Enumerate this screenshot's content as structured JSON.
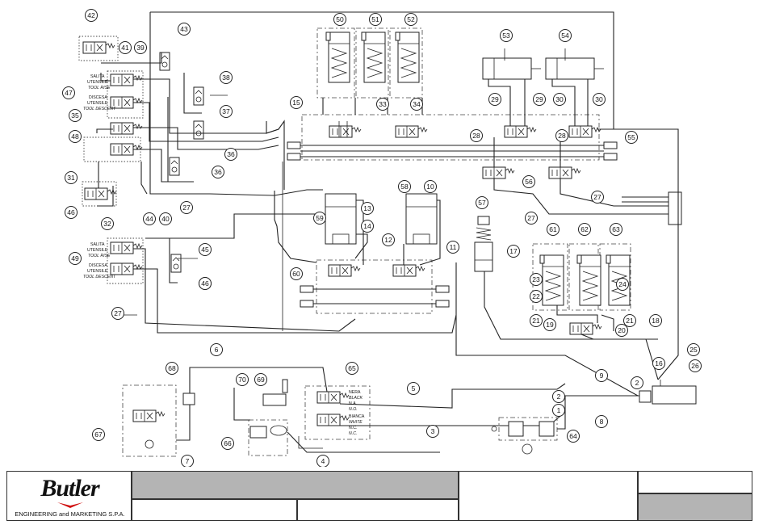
{
  "diagram": {
    "callouts": [
      "1",
      "2",
      "3",
      "4",
      "5",
      "6",
      "7",
      "8",
      "9",
      "10",
      "11",
      "12",
      "13",
      "14",
      "15",
      "16",
      "17",
      "18",
      "19",
      "20",
      "21",
      "22",
      "23",
      "24",
      "25",
      "26",
      "27",
      "28",
      "29",
      "30",
      "31",
      "32",
      "33",
      "34",
      "35",
      "36",
      "37",
      "38",
      "39",
      "40",
      "41",
      "42",
      "43",
      "44",
      "45",
      "46",
      "47",
      "48",
      "49",
      "50",
      "51",
      "52",
      "53",
      "54",
      "55",
      "56",
      "57",
      "58",
      "59",
      "60",
      "61",
      "62",
      "63",
      "64",
      "65",
      "66",
      "67",
      "68",
      "69",
      "70"
    ],
    "labels": {
      "salita_it": "SALITA",
      "utensile": "UTENSILE",
      "tool_rise": "TOOL RISE",
      "discesa_it": "DISCESA",
      "tool_descent": "TOOL DESCENT",
      "nera": "NERA",
      "black": "BLACK",
      "na": "N.A.",
      "no": "N.O.",
      "bianca": "BIANCA",
      "white": "WHITE",
      "nc_it": "N.C.",
      "nc_en": "N.C."
    }
  },
  "title_block": {
    "logo_text": "Butler",
    "company": "ENGINEERING and MARKETING S.P.A.",
    "colors": {
      "gray_fill": "#b4b4b4",
      "line": "#333333"
    }
  }
}
